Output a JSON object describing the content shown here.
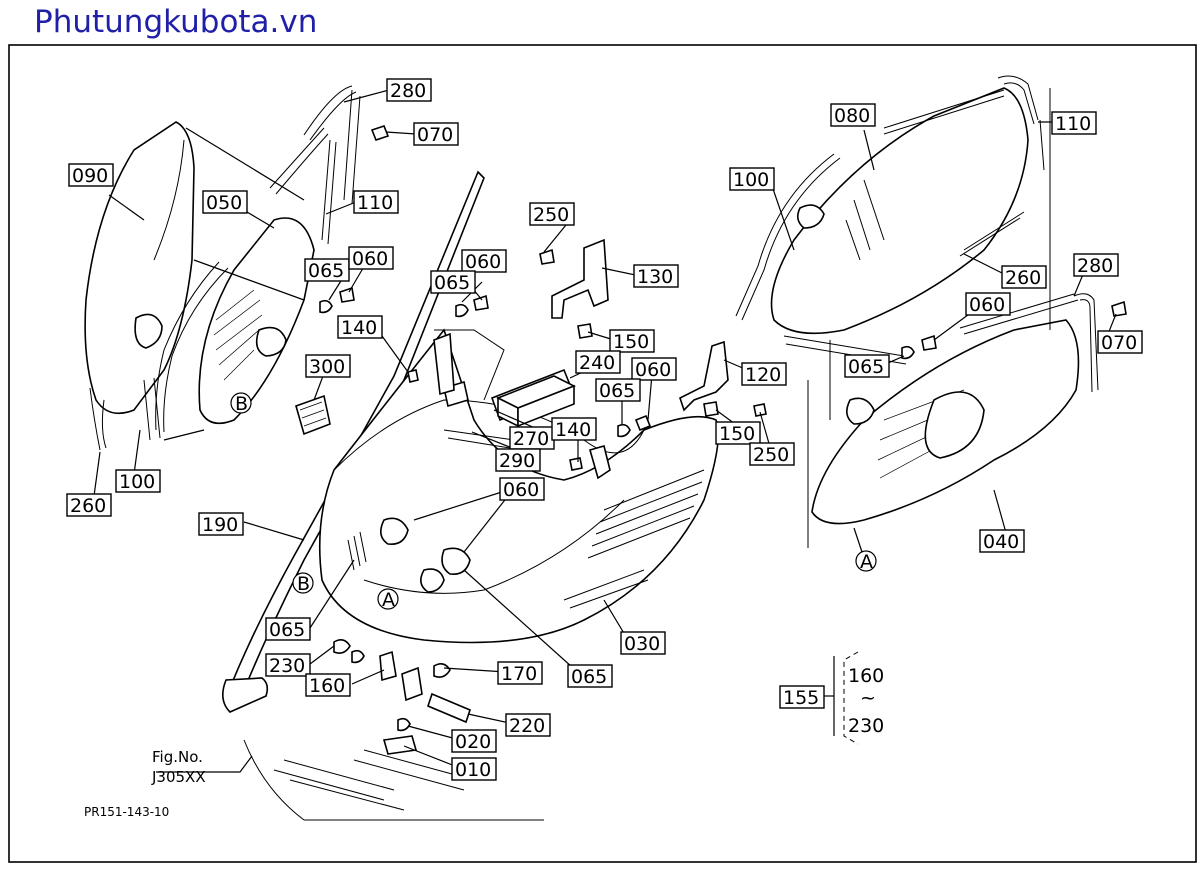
{
  "site_title": "Phutungkubota.vn",
  "figure": {
    "fig_label": "Fig.No.",
    "fig_number": "J305XX",
    "code": "PR151-143-10"
  },
  "callouts": {
    "c090": "090",
    "c050": "050",
    "c280a": "280",
    "c070a": "070",
    "c110a": "110",
    "c065a": "065",
    "c060a": "060",
    "c260a": "260",
    "c100a": "100",
    "c140a": "140",
    "c300": "300",
    "c190": "190",
    "c065b": "065",
    "c230": "230",
    "c160": "160",
    "c060b": "060",
    "c065c": "065",
    "c250a": "250",
    "c130": "130",
    "c150a": "150",
    "c240": "240",
    "c270": "270",
    "c290": "290",
    "c060c": "060",
    "c065d": "065",
    "c140b": "140",
    "c120": "120",
    "c150b": "150",
    "c250b": "250",
    "c060d": "060",
    "c030": "030",
    "c065e": "065",
    "c170": "170",
    "c220": "220",
    "c020": "020",
    "c010": "010",
    "c080": "080",
    "c100b": "100",
    "c110b": "110",
    "c260b": "260",
    "c280b": "280",
    "c060e": "060",
    "c070b": "070",
    "c065f": "065",
    "c040": "040",
    "c155": "155"
  },
  "range_note": {
    "from": "160",
    "tilde": "~",
    "to": "230"
  },
  "markers": {
    "a": "A",
    "b": "B"
  }
}
